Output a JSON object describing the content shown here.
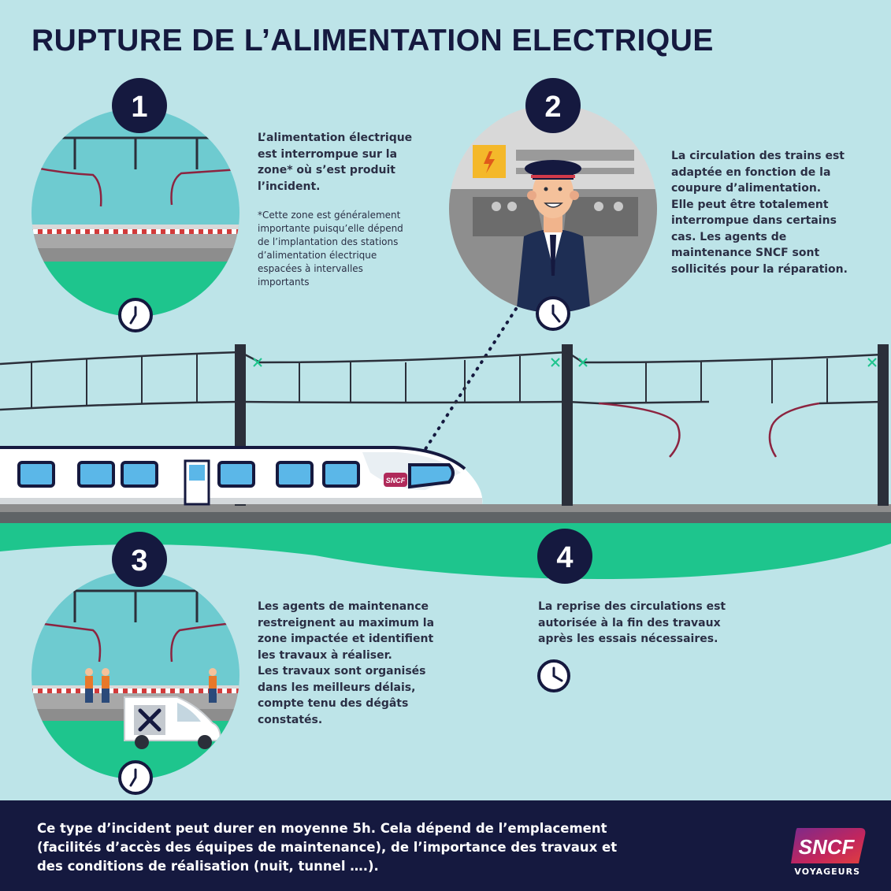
{
  "title": "RUPTURE DE L’ALIMENTATION ELECTRIQUE",
  "steps": [
    {
      "number": "1",
      "text": "L’alimentation électrique\nest interrompue sur la\nzone* où s’est produit\nl’incident.",
      "note": "*Cette zone est généralement\nimportante puisqu’elle dépend\nde l’implantation des stations\nd’alimentation électrique\nespacées à intervalles\nimportants"
    },
    {
      "number": "2",
      "text": "La circulation des trains est\nadaptée en fonction de la\ncoupure d’alimentation.\nElle peut être totalement\ninterrompue dans certains\ncas. Les agents de\nmaintenance SNCF sont\nsollicités pour la réparation."
    },
    {
      "number": "3",
      "text": "Les agents de maintenance\nrestreignent au maximum la\nzone impactée et identifient\nles travaux à réaliser.\nLes travaux sont organisés\ndans les meilleurs délais,\ncompte tenu des dégâts\nconstatés."
    },
    {
      "number": "4",
      "text": "La reprise des circulations est\nautorisée à la fin des travaux\naprès les essais nécessaires."
    }
  ],
  "footer": {
    "text": "Ce type d’incident peut durer en moyenne 5h. Cela dépend de l’emplacement\n(facilités d’accès des équipes de maintenance), de l’importance des travaux et\ndes conditions de réalisation (nuit, tunnel ….).",
    "logo_text": "SNCF",
    "logo_subtitle": "VOYAGEURS"
  },
  "train_logo_text": "SNCF",
  "icons": [
    "clock-icon",
    "lightning-warning-icon",
    "tools-icon"
  ],
  "colors": {
    "background": "#bde4e8",
    "navy": "#15193f",
    "green": "#1ec58d",
    "catenary": "#2b2f3a",
    "broken_wire": "#8c2440",
    "sky_circle": "#6ecbd0"
  }
}
